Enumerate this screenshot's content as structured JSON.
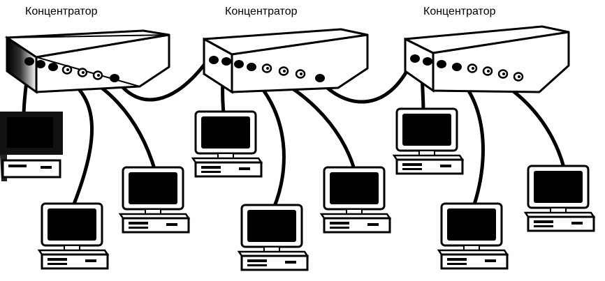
{
  "hubs": [
    {
      "label": "Концентратор"
    },
    {
      "label": "Концентратор"
    },
    {
      "label": "Концентратор"
    }
  ]
}
